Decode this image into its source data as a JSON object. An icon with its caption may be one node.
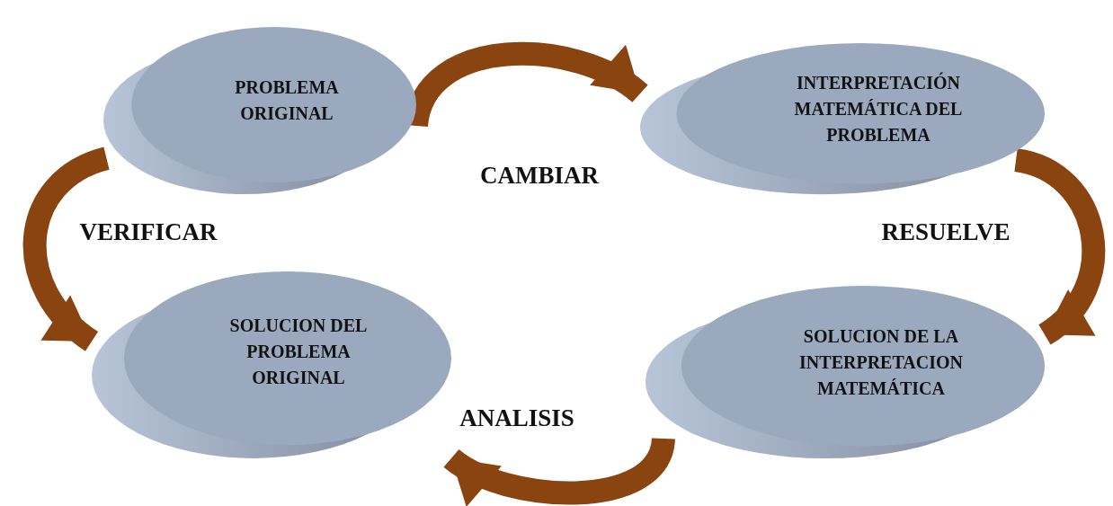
{
  "diagram": {
    "nodes": [
      {
        "text": [
          "PROBLEMA ORIGINAL"
        ]
      },
      {
        "text": [
          "INTERPRETACIÓN MATEMÁTICA DEL PROBLEMA"
        ]
      },
      {
        "text": [
          "SOLUCION DEL PROBLEMA ORIGINAL"
        ]
      },
      {
        "text": [
          "SOLUCION DE LA INTERPRETACION MATEMÁTICA"
        ]
      }
    ],
    "edges": [
      {
        "from": 0,
        "to": 1,
        "arrow": "to",
        "label": "CAMBIAR"
      },
      {
        "from": 1,
        "to": 3,
        "arrow": "to",
        "label": "RESUELVE"
      },
      {
        "from": 3,
        "to": 2,
        "arrow": "to",
        "label": "ANALISIS"
      },
      {
        "from": 0,
        "to": 2,
        "arrow": "to",
        "label": "VERIFICAR"
      }
    ]
  }
}
